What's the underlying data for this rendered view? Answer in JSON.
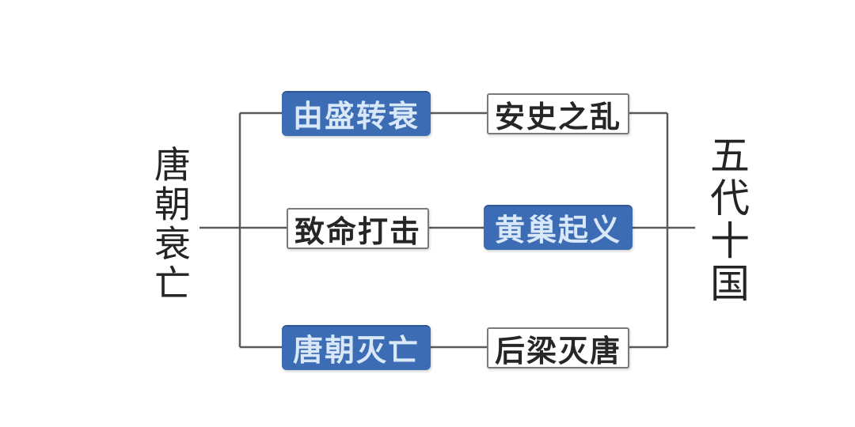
{
  "diagram": {
    "title_semantic": "唐朝衰亡到五代十国流程图",
    "left_label": "唐朝衰亡",
    "right_label": "五代十国",
    "rows": [
      {
        "left": {
          "label": "由盛转衰",
          "variant": "blue"
        },
        "right": {
          "label": "安史之乱",
          "variant": "white"
        }
      },
      {
        "left": {
          "label": "致命打击",
          "variant": "white"
        },
        "right": {
          "label": "黄巢起义",
          "variant": "blue"
        }
      },
      {
        "left": {
          "label": "唐朝灭亡",
          "variant": "blue"
        },
        "right": {
          "label": "后梁灭唐",
          "variant": "white"
        }
      }
    ],
    "colors": {
      "accent_blue": "#3c6cb4",
      "blue_box_text": "#d9e8f8",
      "white_box_fill": "#ffffff",
      "white_box_text": "#262626",
      "white_box_border": "#7a7a7a",
      "line": "#5a5a5a",
      "side_label_text": "#242424",
      "background": "#fcfcfc"
    }
  }
}
